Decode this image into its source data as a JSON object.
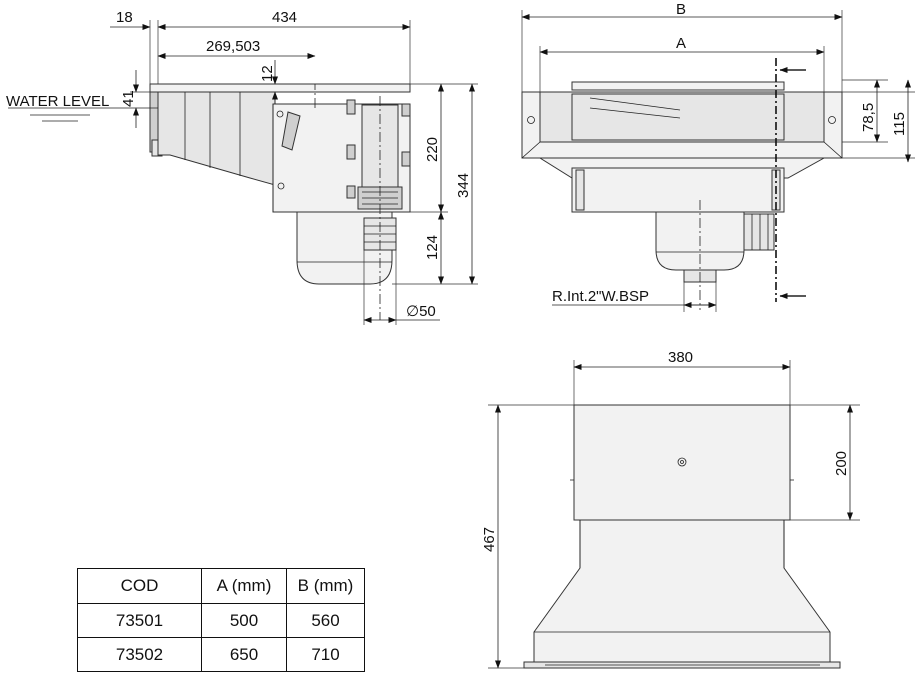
{
  "side_view": {
    "dim_top_left": "18",
    "dim_top_total": "434",
    "dim_axis": "269,503",
    "dim_lip": "12",
    "water_level_label": "WATER LEVEL",
    "dim_water": "41",
    "dim_body": "220",
    "dim_total_height": "344",
    "dim_pot": "124",
    "dim_pipe": "∅50"
  },
  "front_view": {
    "dim_b": "B",
    "dim_a": "A",
    "dim_inner": "78,5",
    "dim_outer": "115",
    "thread_label": "R.Int.2\"W.BSP"
  },
  "plan_view": {
    "dim_width": "380",
    "dim_mouth": "200",
    "dim_length": "467"
  },
  "spec_table": {
    "headers": [
      "COD",
      "A (mm)",
      "B (mm)"
    ],
    "rows": [
      [
        "73501",
        "500",
        "560"
      ],
      [
        "73502",
        "650",
        "710"
      ]
    ]
  }
}
